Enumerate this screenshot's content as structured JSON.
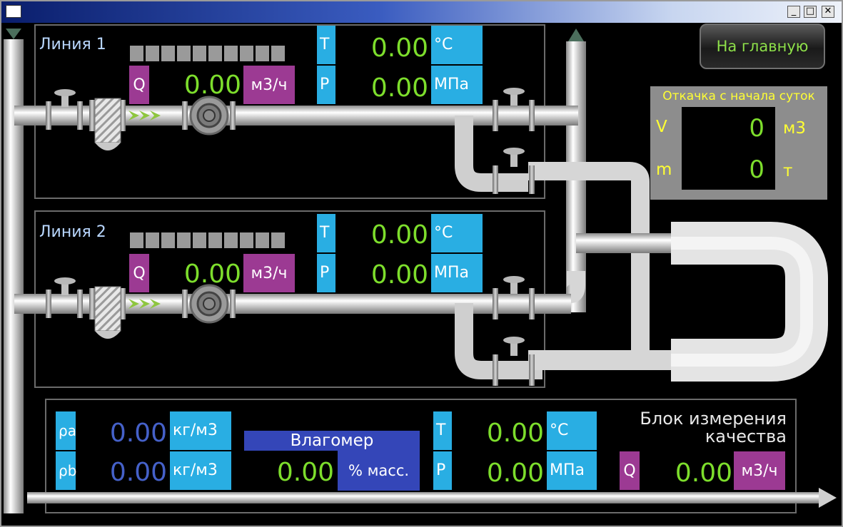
{
  "window": {
    "buttons": {
      "minimize": "_",
      "maximize": "□",
      "close": "✕"
    }
  },
  "home_button": {
    "label": "На главную"
  },
  "line1": {
    "title": "Линия 1",
    "flow": {
      "label": "Q",
      "value": "0.00",
      "unit": "м3/ч"
    },
    "temperature": {
      "label": "T",
      "value": "0.00",
      "unit": "°C"
    },
    "pressure": {
      "label": "P",
      "value": "0.00",
      "unit": "МПа"
    }
  },
  "line2": {
    "title": "Линия 2",
    "flow": {
      "label": "Q",
      "value": "0.00",
      "unit": "м3/ч"
    },
    "temperature": {
      "label": "T",
      "value": "0.00",
      "unit": "°C"
    },
    "pressure": {
      "label": "P",
      "value": "0.00",
      "unit": "МПа"
    }
  },
  "daily": {
    "title": "Откачка с начала суток",
    "volume": {
      "label": "V",
      "value": "0",
      "unit": "м3"
    },
    "mass": {
      "label": "m",
      "value": "0",
      "unit": "т"
    }
  },
  "quality": {
    "title_line1": "Блок измерения",
    "title_line2": "качества",
    "density_a": {
      "label": "ρa",
      "value": "0.00",
      "unit": "кг/м3"
    },
    "density_b": {
      "label": "ρb",
      "value": "0.00",
      "unit": "кг/м3"
    },
    "moisture": {
      "title": "Влагомер",
      "value": "0.00",
      "unit": "% масс."
    },
    "temperature": {
      "label": "T",
      "value": "0.00",
      "unit": "°C"
    },
    "pressure": {
      "label": "P",
      "value": "0.00",
      "unit": "МПа"
    },
    "flow": {
      "label": "Q",
      "value": "0.00",
      "unit": "м3/ч"
    }
  },
  "colors": {
    "background": "#000000",
    "value_green": "#7dde2c",
    "value_blue": "#4561c9",
    "label_cyan": "#29aee3",
    "label_purple": "#9c3a93",
    "panel_gray": "#8d8d8d",
    "text_yellow": "#ffff33",
    "pipe": "#dcdcdc"
  },
  "icons": [
    "window-system-icon",
    "filter-icon",
    "flow-arrows-icon",
    "flowmeter-icon",
    "valve-icon",
    "scroll-up-icon",
    "scroll-down-icon",
    "flow-direction-arrow-icon"
  ]
}
